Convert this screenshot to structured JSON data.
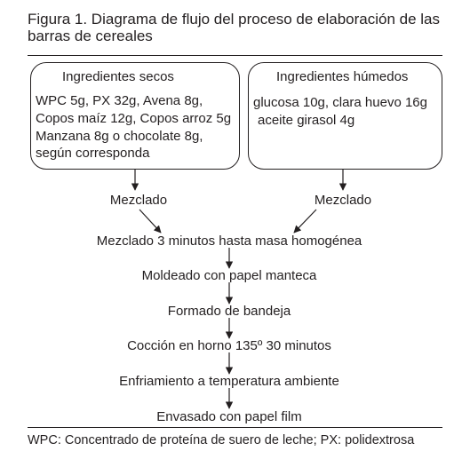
{
  "title": "Figura 1. Diagrama de flujo del proceso de elaboración de las barras de cereales",
  "dry": {
    "heading": "Ingredientes secos",
    "lines": [
      "WPC 5g, PX 32g, Avena 8g,",
      "Copos maíz 12g, Copos arroz 5g",
      "Manzana 8g o chocolate 8g,",
      "según corresponda"
    ]
  },
  "wet": {
    "heading": "Ingredientes húmedos",
    "lines": [
      "glucosa 10g, clara huevo 16g",
      "aceite girasol 4g"
    ]
  },
  "mix_left": "Mezclado",
  "mix_right": "Mezclado",
  "steps": [
    "Mezclado 3 minutos hasta masa homogénea",
    "Moldeado con papel manteca",
    "Formado de bandeja",
    "Cocción en horno 135º 30 minutos",
    "Enfriamiento a temperatura ambiente",
    "Envasado con papel film"
  ],
  "footer": "WPC: Concentrado de proteína de suero de leche; PX: polidextrosa"
}
